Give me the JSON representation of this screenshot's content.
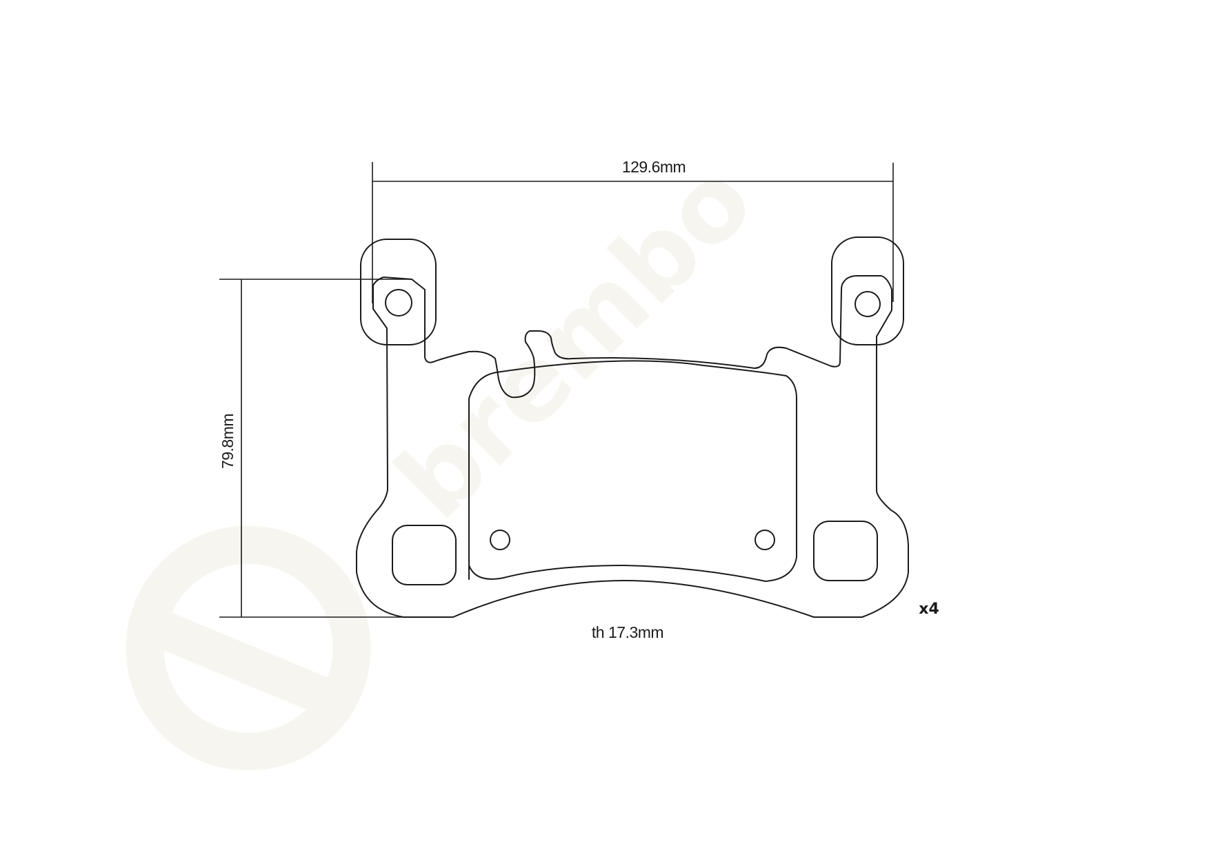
{
  "drawing": {
    "subject": "Brake pad technical outline drawing",
    "watermark": {
      "brand": "brembo",
      "color": "#f6f5ef"
    },
    "dimensions": {
      "width_label": "129.6mm",
      "height_label": "79.8mm",
      "thickness_label": "th 17.3mm"
    },
    "quantity_label": "x4",
    "line_color": "#1a1a1a"
  }
}
